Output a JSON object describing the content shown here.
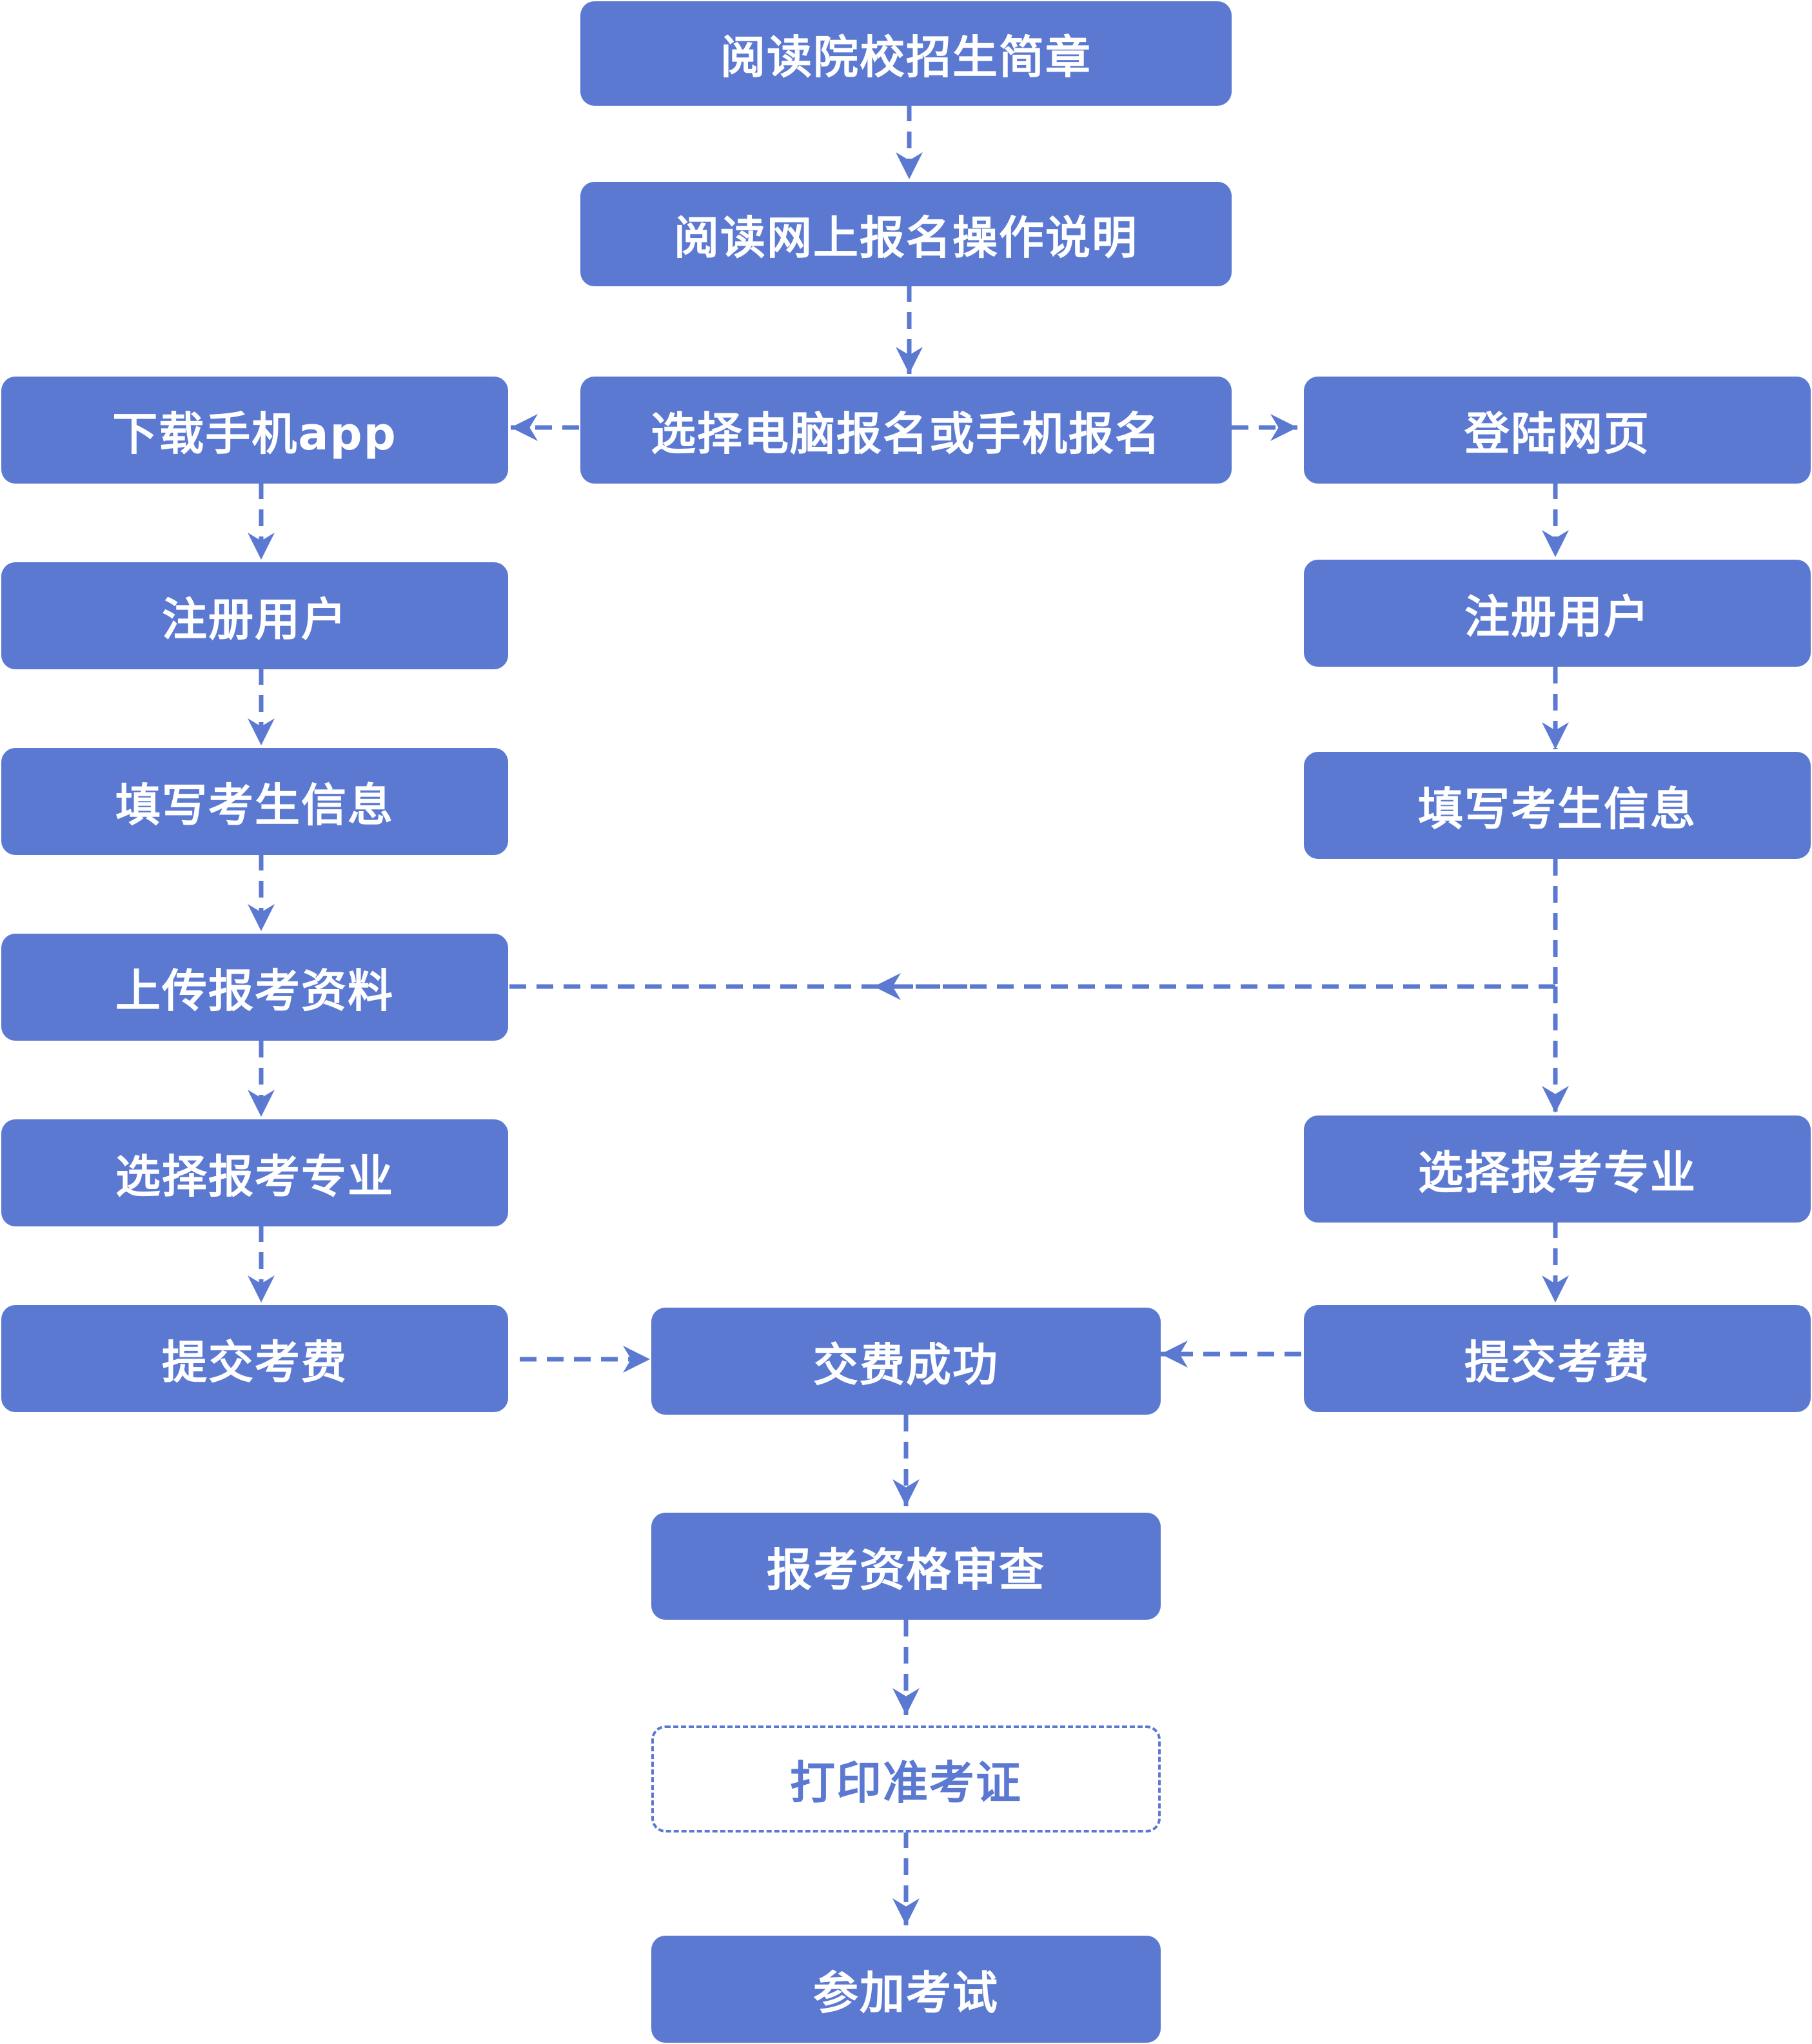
{
  "colors": {
    "node_fill": "#5b79d1",
    "node_text": "#ffffff",
    "edge": "#5b79d1"
  },
  "flow": {
    "center": {
      "read_brochure": "阅读院校招生简章",
      "read_instructions": "阅读网上报名操作说明",
      "choose_method": "选择电脑报名或手机报名",
      "payment_success": "交费成功",
      "qualification_review": "报考资格审查",
      "print_admission_ticket": "打印准考证",
      "take_exam": "参加考试"
    },
    "left": {
      "download_app": "下载手机app",
      "register": "注册用户",
      "fill_info": "填写考生信息",
      "upload_materials": "上传报考资料",
      "choose_major": "选择报考专业",
      "submit_fee": "提交考费"
    },
    "right": {
      "login_web": "登陆网页",
      "register": "注册用户",
      "fill_info": "填写考生信息",
      "choose_major": "选择报考专业",
      "submit_fee": "提交考费"
    }
  }
}
